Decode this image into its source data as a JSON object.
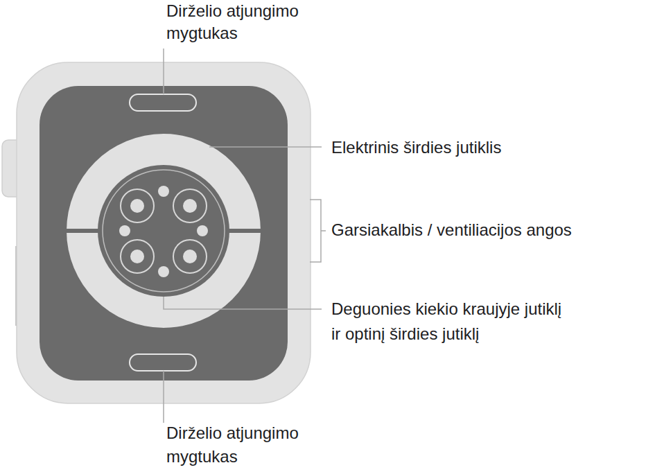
{
  "diagram": {
    "labels": [
      "Dirželio atjungimo mygtukas",
      "Elektrinis širdies jutiklis",
      "Garsiakalbis / ventiliacijos angos",
      "Deguonies kiekio kraujyje jutiklį ir optinį širdies jutiklį",
      "Dirželio atjungimo mygtukas"
    ]
  }
}
